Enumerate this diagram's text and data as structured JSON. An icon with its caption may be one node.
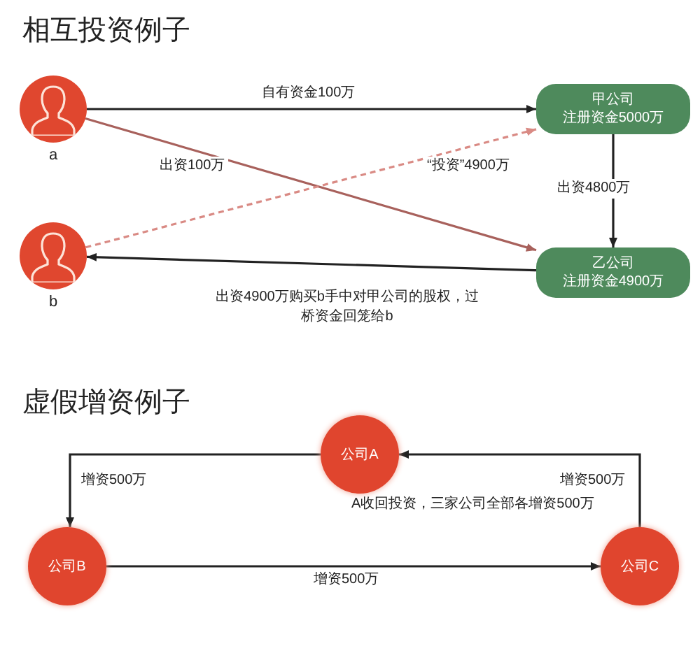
{
  "diagram": {
    "title": "相互投资例子",
    "nodes": [
      {
        "text": [],
        "shape": "person",
        "beside": [
          "a"
        ]
      },
      {
        "text": [
          "甲公司",
          "注册资金5000万"
        ]
      },
      {
        "text": [],
        "shape": "person",
        "beside": [
          "b"
        ]
      },
      {
        "text": [
          "乙公司",
          "注册资金4900万"
        ]
      },
      {
        "text": [
          "公司A"
        ]
      },
      {
        "text": [
          "公司B"
        ]
      },
      {
        "text": [
          "公司C"
        ]
      }
    ],
    "edges": [
      {
        "from": 0,
        "to": 1,
        "arrow": "to",
        "label": "自有资金100万"
      },
      {
        "from": 0,
        "to": 3,
        "arrow": "to",
        "label": "出资100万",
        "color": "#a8615c"
      },
      {
        "from": 2,
        "to": 1,
        "arrow": "to",
        "label": "“投资”4900万",
        "style": "dashed",
        "color": "#d98a84"
      },
      {
        "from": 1,
        "to": 3,
        "arrow": "to",
        "label": "出资4800万"
      },
      {
        "from": 3,
        "to": 2,
        "arrow": "to",
        "label": "出资4900万购买b手中对甲公司的股权，过桥资金回笼给b"
      },
      {
        "from": 4,
        "to": 5,
        "arrow": "to",
        "label": "增资500万"
      },
      {
        "from": 5,
        "to": 6,
        "arrow": "to",
        "label": "增资500万"
      },
      {
        "from": 6,
        "to": 4,
        "arrow": "to",
        "label": "增资500万"
      }
    ],
    "labels": [
      "虚假增资例子",
      "A收回投资，三家公司全部各增资500万"
    ]
  }
}
